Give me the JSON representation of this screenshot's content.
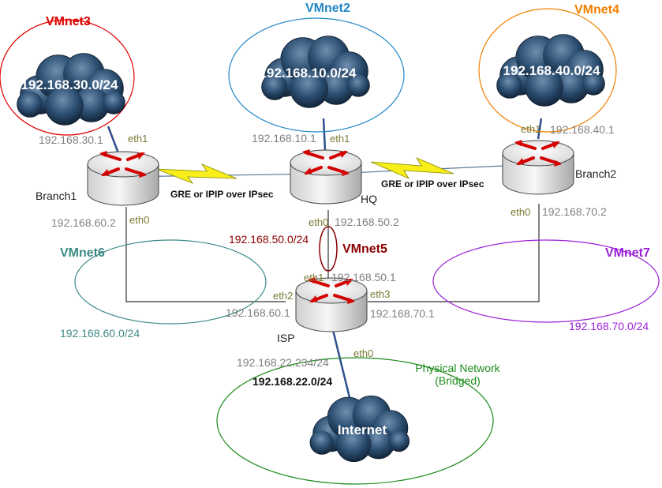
{
  "colors": {
    "vmnet3": "#e00000",
    "vmnet2": "#1f86c8",
    "vmnet4": "#f08000",
    "vmnet5": "#8b0000",
    "vmnet6": "#3c8a86",
    "vmnet7": "#9b20d8",
    "physical": "#1c8c1c",
    "link": "#333333",
    "uplink": "#2f4f8f",
    "bolt": "#f7ee1a"
  },
  "clouds": {
    "vmnet3": "192.168.30.0/24",
    "vmnet2": "192.168.10.0/24",
    "vmnet4": "192.168.40.0/24",
    "internet": "Internet"
  },
  "vmnets": {
    "vmnet3": "VMnet3",
    "vmnet2": "VMnet2",
    "vmnet4": "VMnet4",
    "vmnet5": "VMnet5",
    "vmnet6": "VMnet6",
    "vmnet7": "VMnet7"
  },
  "networks": {
    "net_60": "192.168.60.0/24",
    "net_70": "192.168.70.0/24",
    "net_50": "192.168.50.0/24",
    "net_22": "192.168.22.0/24",
    "physical_line1": "Physical Network",
    "physical_line2": "(Bridged)"
  },
  "tunnels": {
    "left": "GRE or IPIP over IPsec",
    "right": "GRE or IPIP over IPsec"
  },
  "routers": {
    "branch1": {
      "name": "Branch1",
      "eth1": "eth1",
      "eth1_ip": "192.168.30.1",
      "eth0": "eth0",
      "eth0_ip": "192.168.60.2"
    },
    "hq": {
      "name": "HQ",
      "eth1": "eth1",
      "eth1_ip": "192.168.10.1",
      "eth0": "eth0",
      "eth0_ip": "192.168.50.2"
    },
    "branch2": {
      "name": "Branch2",
      "eth1": "eth1",
      "eth1_ip": "192.168.40.1",
      "eth0": "eth0",
      "eth0_ip": "192.168.70.2"
    },
    "isp": {
      "name": "ISP",
      "eth1": "eth1",
      "eth1_ip": "192.168.50.1",
      "eth2": "eth2",
      "eth2_ip": "192.168.60.1",
      "eth3": "eth3",
      "eth3_ip": "192.168.70.1",
      "eth0": "eth0",
      "eth0_ip": "192.168.22.234/24"
    }
  }
}
